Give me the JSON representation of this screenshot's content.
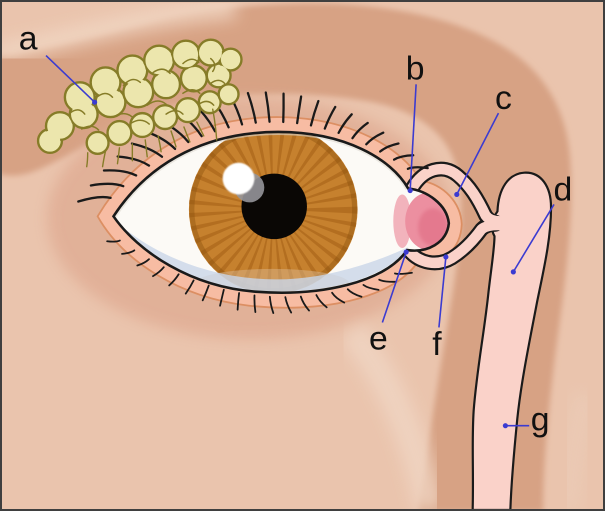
{
  "diagram": {
    "labels": [
      {
        "id": "a",
        "text": "a"
      },
      {
        "id": "b",
        "text": "b"
      },
      {
        "id": "c",
        "text": "c"
      },
      {
        "id": "d",
        "text": "d"
      },
      {
        "id": "e",
        "text": "e"
      },
      {
        "id": "f",
        "text": "f"
      },
      {
        "id": "g",
        "text": "g"
      }
    ]
  },
  "colors": {
    "bg": "#EAC4AD",
    "arc": "#D7A284",
    "orbital": "#E1AF96",
    "highlight": "#F1D6C2",
    "gland_fill": "#ECE6AD",
    "gland_outline": "#867C28",
    "lid_band": "#F7BCA3",
    "lid_line": "#DC8F63",
    "sclera": "#FCFAF6",
    "iris": "#C6812E",
    "iris_dark": "#A05C12",
    "pupil": "#0A0705",
    "caruncle": "#EC8FA0",
    "caruncle_deep": "#E4798E",
    "tear_film": "#C9D6E8",
    "duct": "#FAD2C9",
    "ink": "#1A1A1A",
    "leader": "#3B3BD1",
    "label": "#111111",
    "border": "#3F3F3F"
  }
}
